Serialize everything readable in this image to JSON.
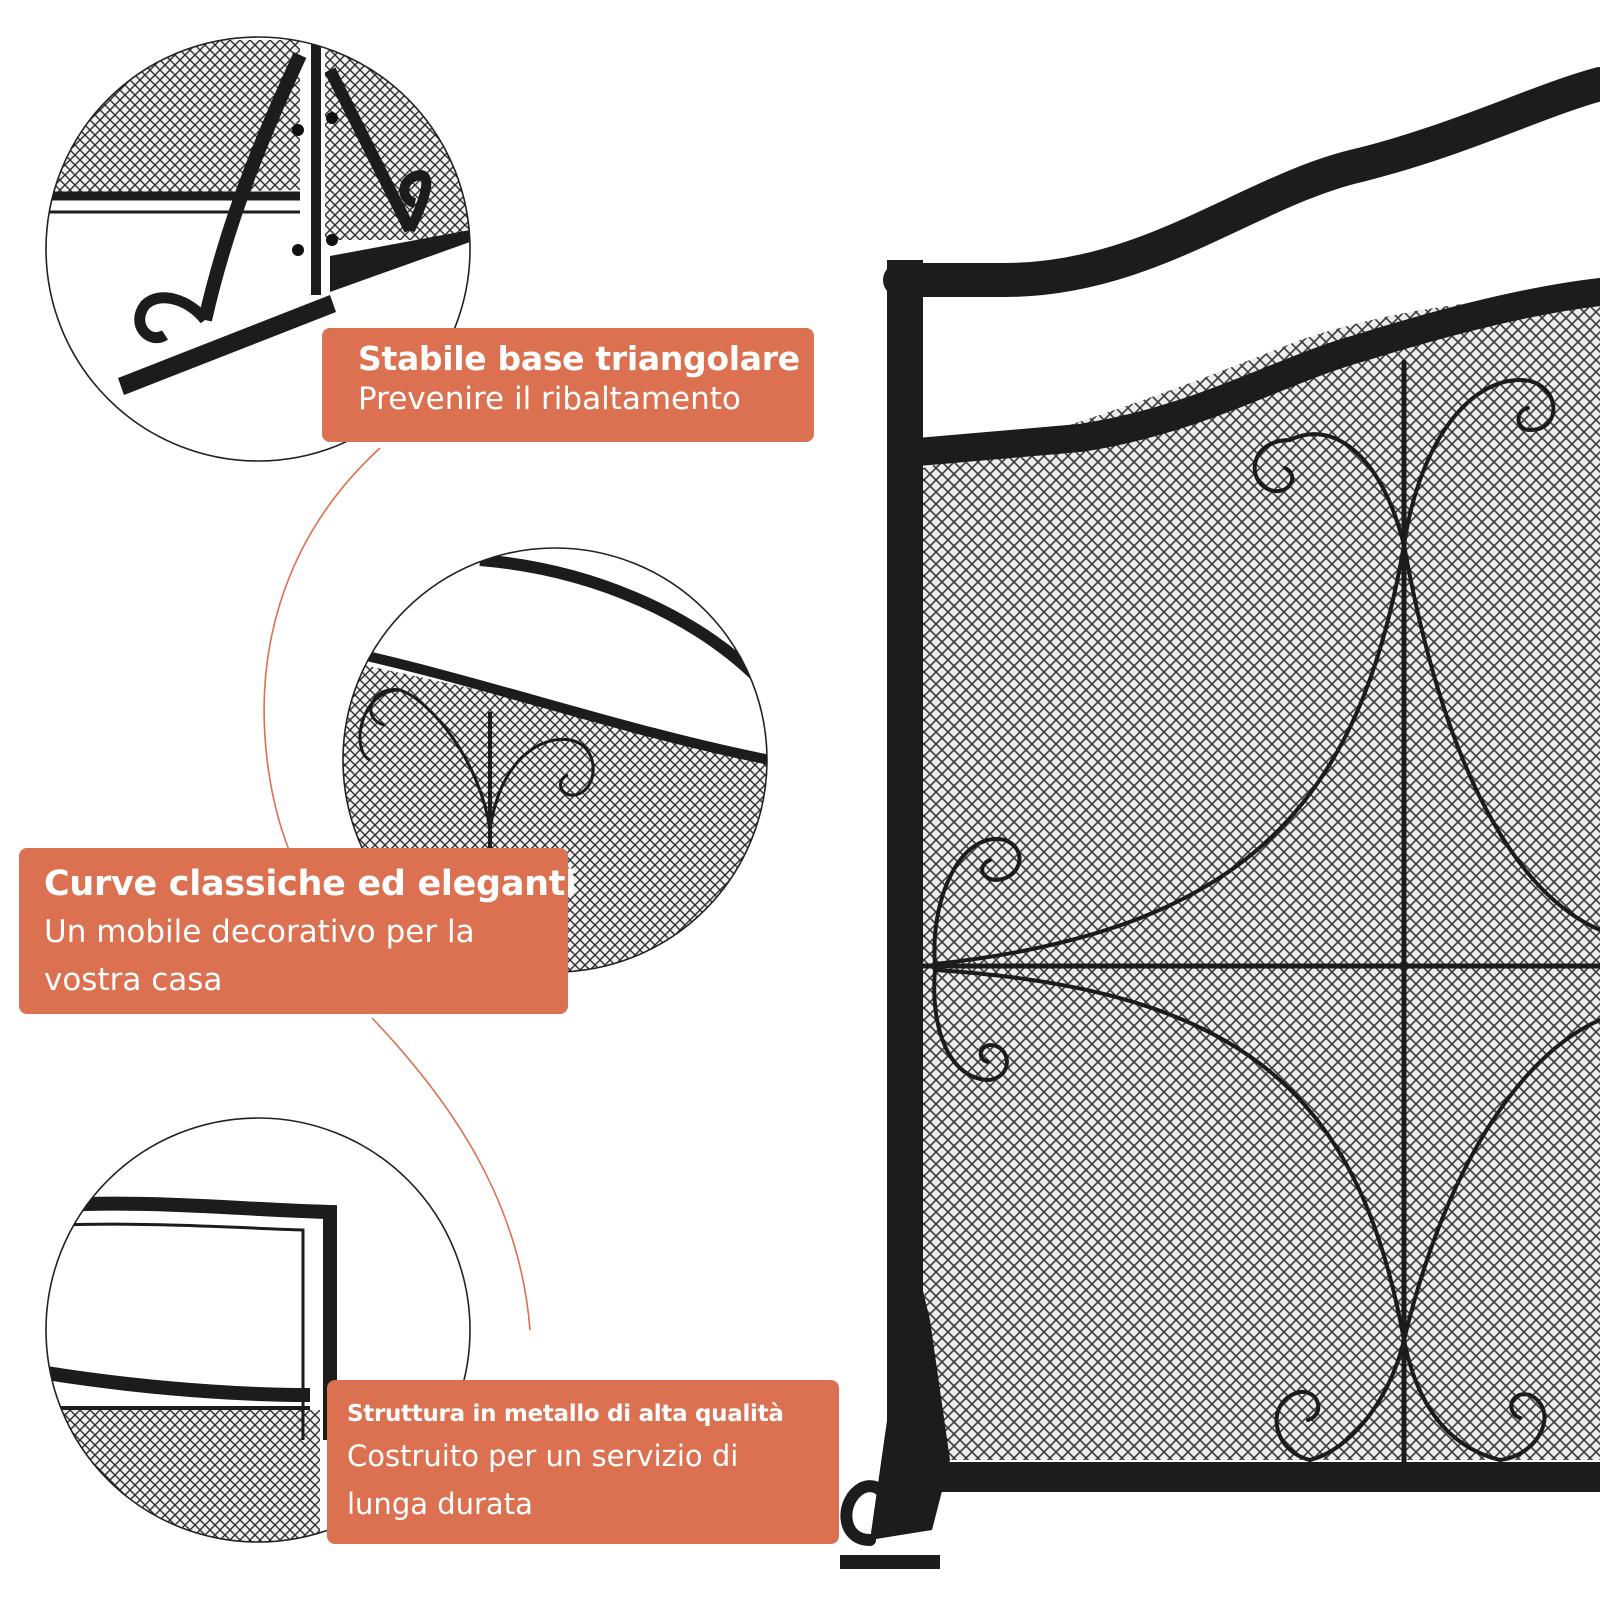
{
  "colors": {
    "callout_bg": "#db7150",
    "metal": "#1a1a1a",
    "mesh_bg": "#eaeaea"
  },
  "callouts": [
    {
      "title": "Stabile base triangolare",
      "body": "Prevenire il ribaltamento"
    },
    {
      "title": "Curve classiche ed eleganti",
      "body": "Un mobile decorativo per la vostra casa"
    },
    {
      "title": "Struttura in metallo di alta qualità",
      "body": "Costruito per un servizio di lunga durata"
    }
  ],
  "zoom_circles": [
    {
      "subject": "triangular-base-detail"
    },
    {
      "subject": "scroll-curve-detail"
    },
    {
      "subject": "metal-frame-corner-detail"
    }
  ],
  "product": {
    "subject": "fireplace-screen"
  }
}
